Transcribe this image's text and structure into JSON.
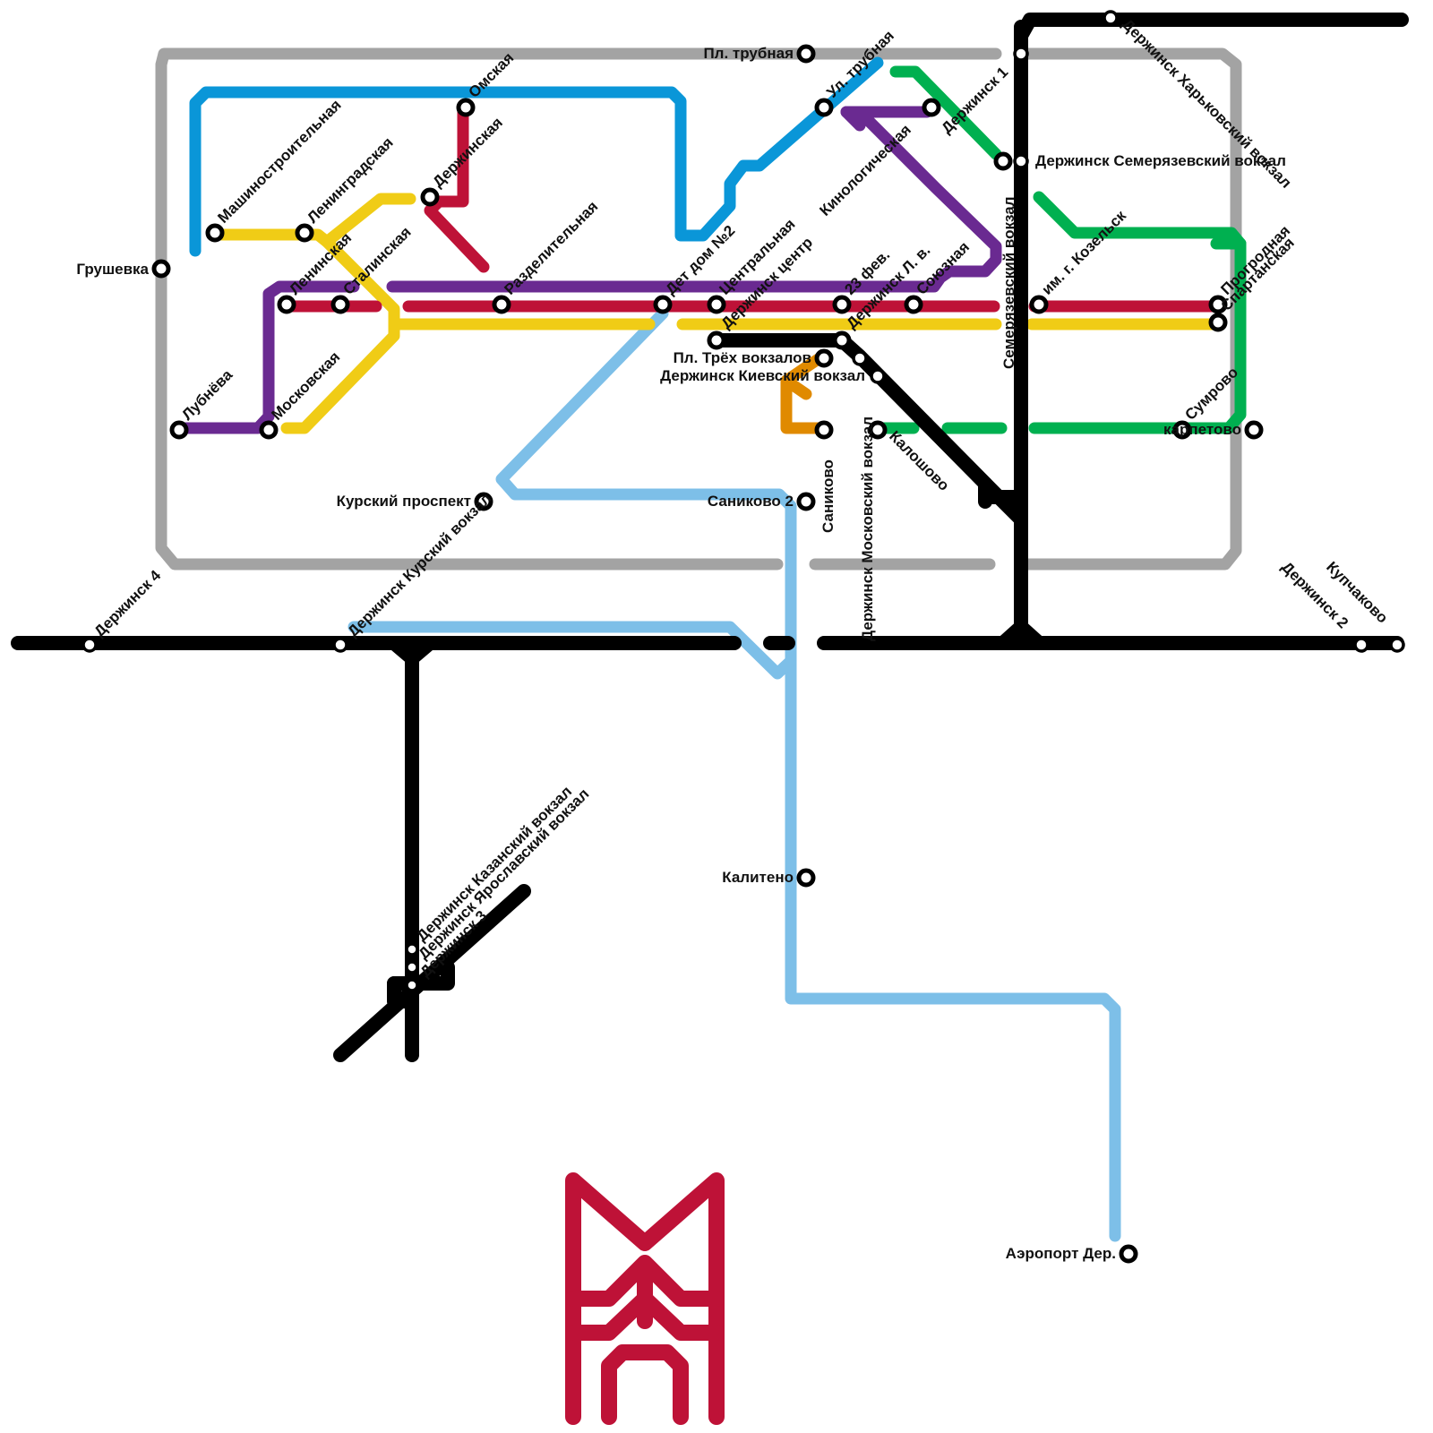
{
  "colors": {
    "circle": "#a3a3a3",
    "blue": "#0a96d8",
    "yellow": "#f0cc16",
    "purple": "#6a2a91",
    "red": "#be1237",
    "green": "#00b050",
    "lightblue": "#7dbfe8",
    "orange": "#e08a00",
    "rail": "#000000"
  },
  "logo": {
    "name": "metro-logo",
    "color": "#be1237"
  },
  "stations": {
    "grushevka": "Грушевка",
    "lubneva": "Лубнёва",
    "moskovskaya": "Московская",
    "leninskaya": "Ленинская",
    "stalinskaya": "Сталинская",
    "mashinostroitelnaya": "Машиностроительная",
    "leningradskaya": "Ленинградская",
    "derzhinskaya": "Держинская",
    "omskaya": "Омская",
    "razdelitelnaya": "Разделительная",
    "det_dom": "Дет дом №2",
    "tsentralnaya": "Центральная",
    "derzhinsk_centr": "Держинск центр",
    "ul_trubnaya": "Ул. трубная",
    "pl_trubnaya": "Пл. трубная",
    "kinologicheskaya": "Кинологическая",
    "feb23": "23 фев.",
    "derzhinsk_l_v": "Держинск Л. в.",
    "soyuznaya": "Союзная",
    "derzhinsk_1": "Держинск 1",
    "semeryazevsky_vokzal": "Семерязевский вокзал",
    "derzhinsk_semeryazevsky": "Держинск Семерязевский вокзал",
    "derzhinsk_kharkovsky": "Держинск Харьковский вокзал",
    "kozelsk": "им. г. Козельск",
    "progrodnaya": "Прогродная",
    "spartanskaya": "Спартанская",
    "sumrovo": "Сумрово",
    "karpetovo": "карпетово",
    "pl_treh_vokzalov": "Пл. Трёх вокзалов",
    "derzhinsk_kievsky": "Держинск Киевский вокзал",
    "derzhinsk_moskovsky": "Держинск Московский вокзал",
    "saniikovo": "Саниково",
    "kaloshovo": "Калошово",
    "kursky_prospekt": "Курский проспект",
    "derzhinsk_kursky": "Держинск Курский вокзал",
    "saniikovo_2": "Саниково 2",
    "derzhinsk_4": "Держинск 4",
    "derzhinsk_2": "Держинск 2",
    "kupchakovo": "Купчаково",
    "kalitino": "Калитено",
    "aeroport": "Аэропорт Дер.",
    "derzhinsk_kazansky": "Держинск Казанский вокзал",
    "derzhinsk_yaroslavsky": "Держинск Ярославский вокзал",
    "derzhinsk_3": "Держинск 3"
  }
}
